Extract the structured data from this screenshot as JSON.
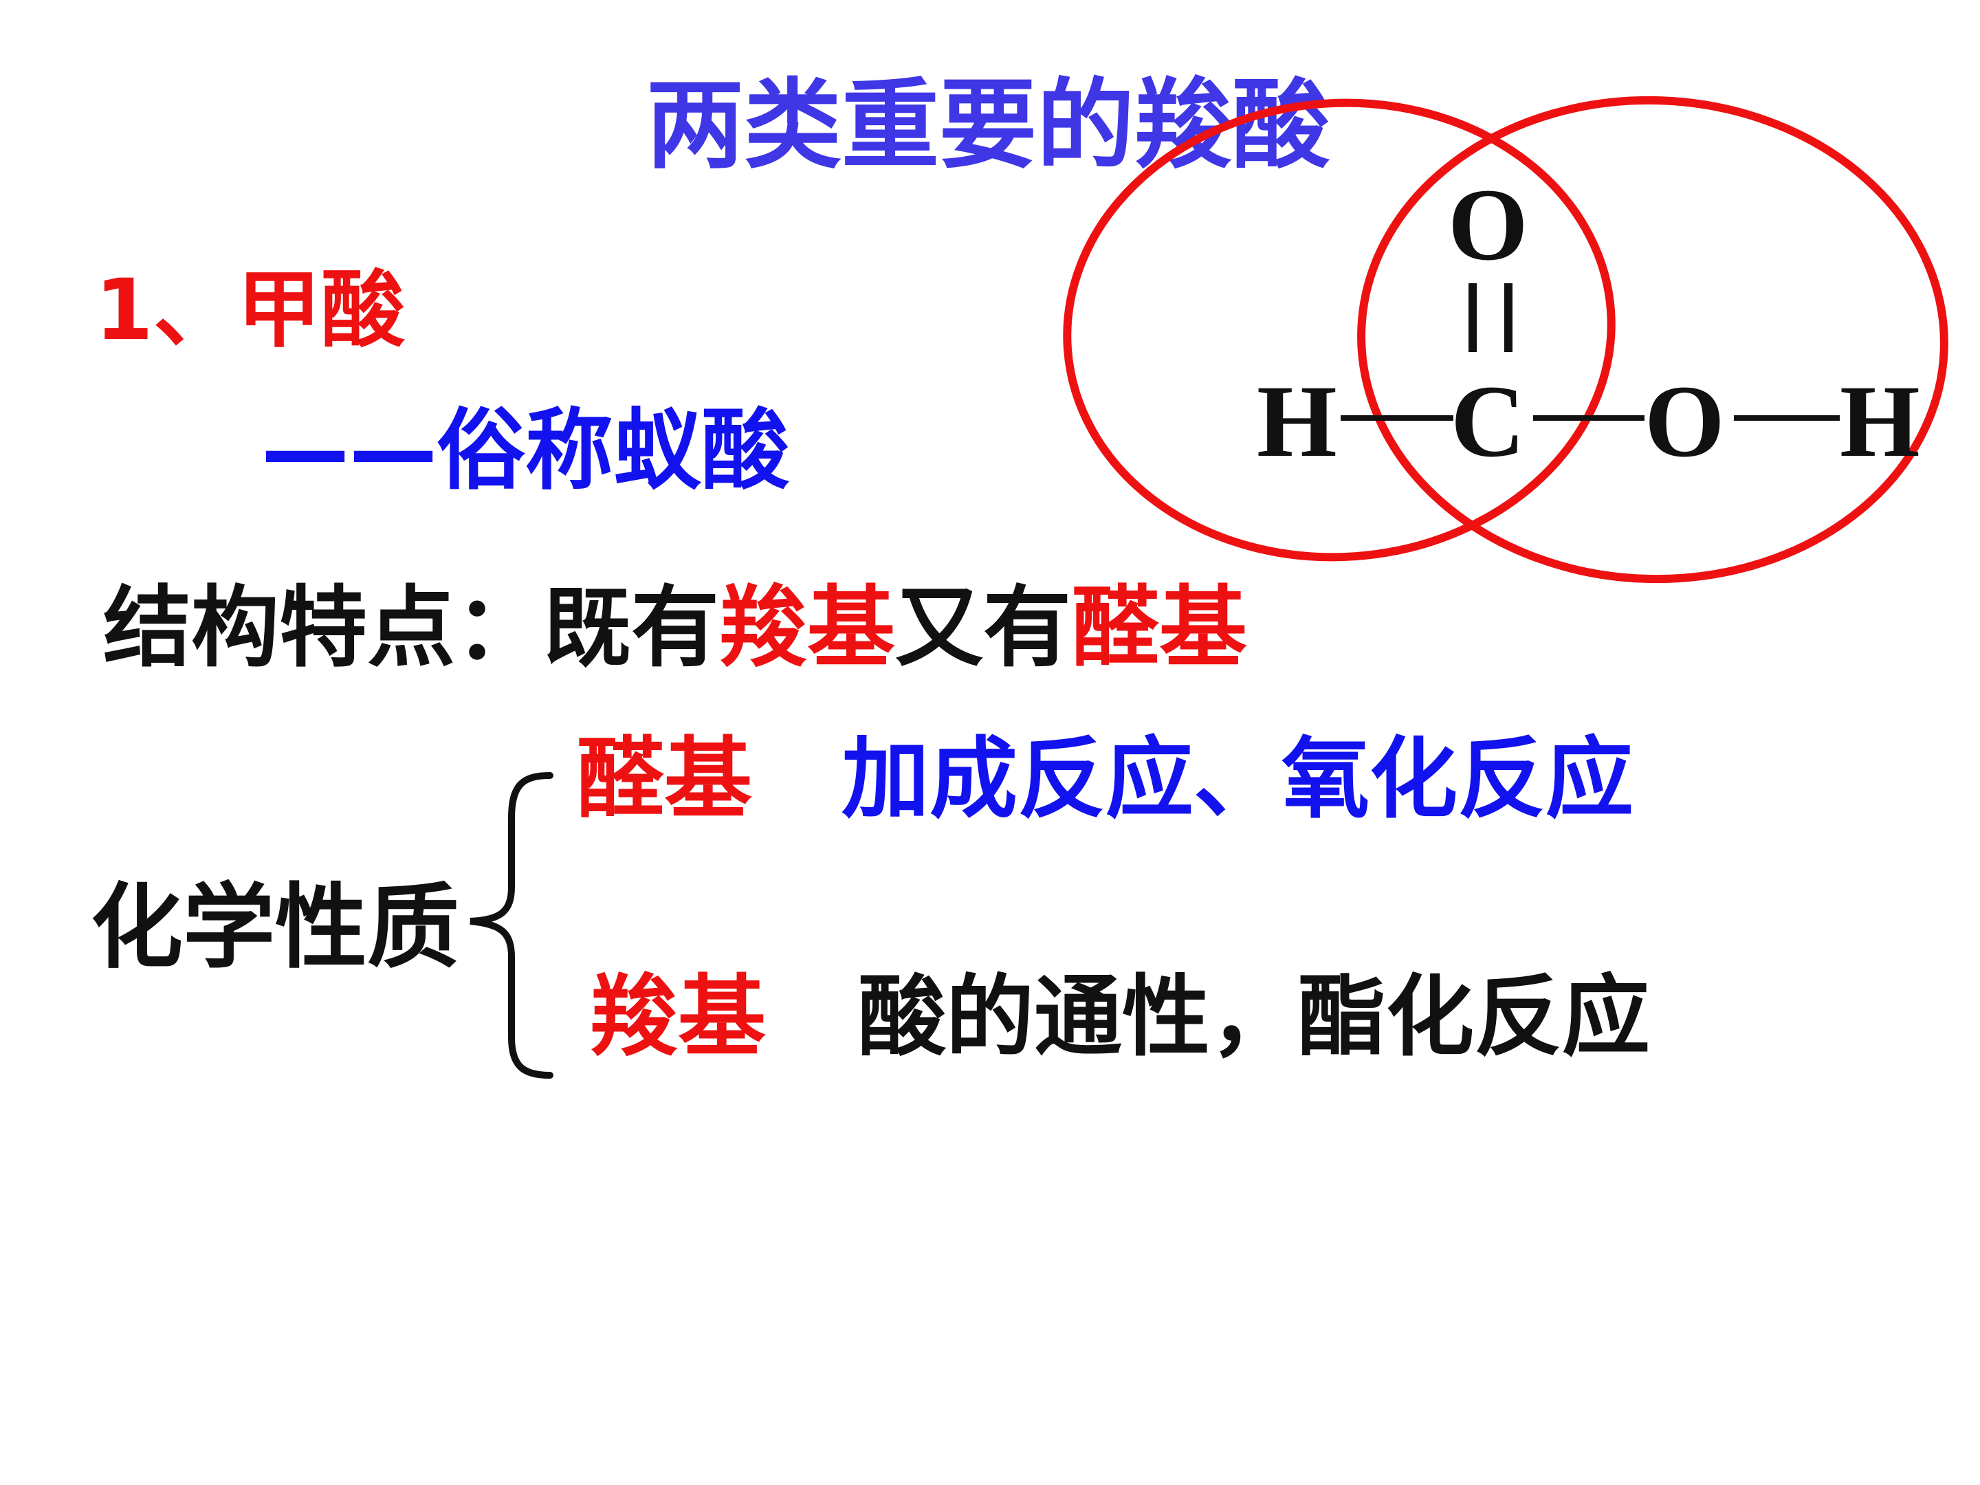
{
  "title": "两类重要的羧酸",
  "section": {
    "heading": "1、甲酸",
    "alias": "——俗称蚁酸"
  },
  "structure": {
    "prefix": "结构特点：既有",
    "carboxyl": "羧基",
    "middle": "又有",
    "aldehyde": "醛基"
  },
  "chemistry": {
    "label": "化学性质",
    "aldehyde_label": "醛基",
    "aldehyde_props": "加成反应、氧化反应",
    "carboxyl_label": "羧基",
    "carboxyl_props": "酸的通性，酯化反应"
  },
  "formula": {
    "top_atom": "O",
    "left_h": "H",
    "carbon": "C",
    "oxygen": "O",
    "right_h": "H"
  },
  "colors": {
    "title": "#3f36e6",
    "red": "#ee1111",
    "blue": "#1212ee",
    "black": "#111111",
    "ellipse": "#ee1111"
  }
}
